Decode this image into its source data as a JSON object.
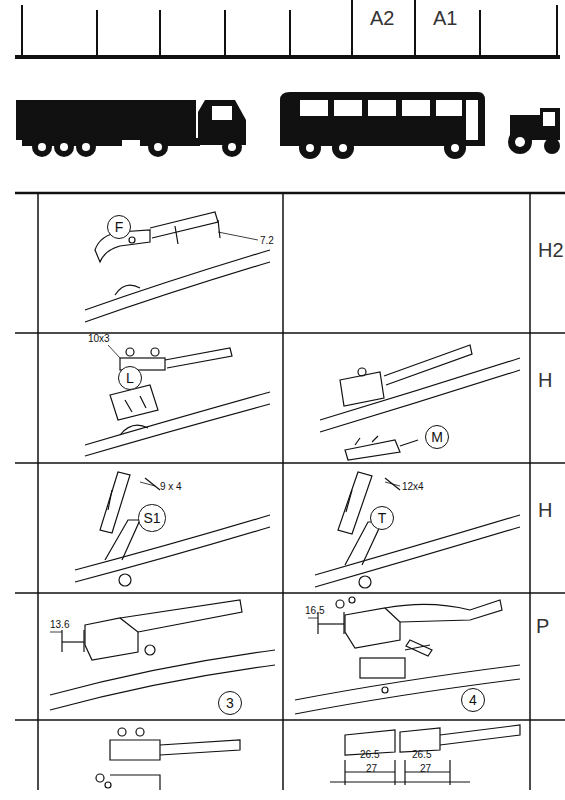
{
  "diagram": {
    "nodes": [
      {
        "text": [
          "F"
        ]
      },
      {
        "text": [
          "L"
        ]
      },
      {
        "text": [
          "M"
        ]
      },
      {
        "text": [
          "S1"
        ]
      },
      {
        "text": [
          "T"
        ]
      },
      {
        "text": [
          "3"
        ]
      },
      {
        "text": [
          "4"
        ]
      }
    ],
    "labels": [
      "A2",
      "A1",
      "7.2",
      "10x3",
      "9 x 4",
      "12x4",
      "13.6",
      "16.5",
      "26.5",
      "27",
      "26.5",
      "27",
      "H2",
      "H",
      "H",
      "P"
    ]
  }
}
